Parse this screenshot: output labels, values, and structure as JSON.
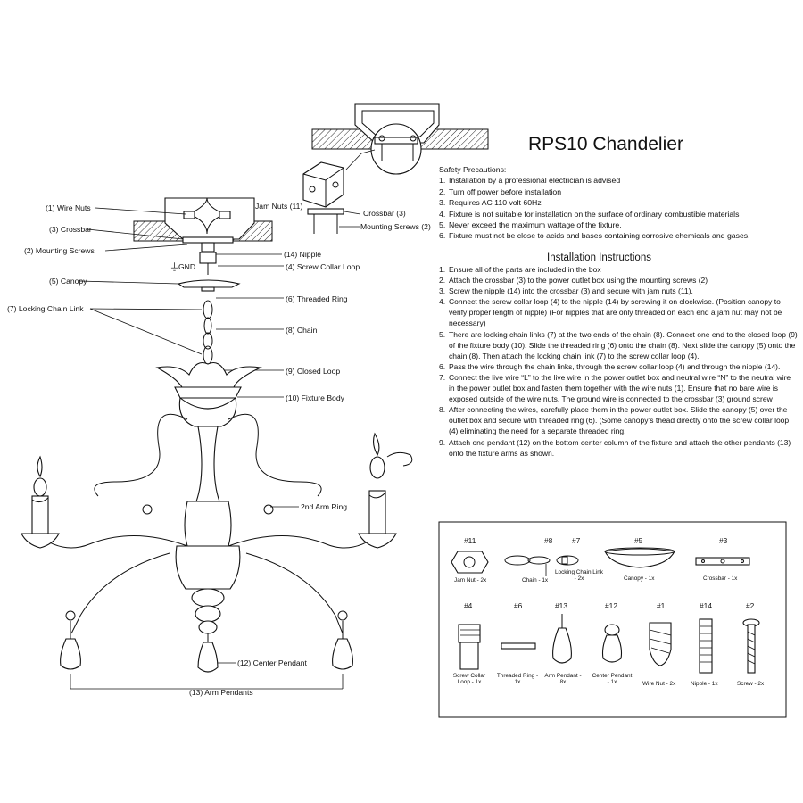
{
  "title": "RPS10 Chandelier",
  "safety": {
    "heading": "Safety Precautions:",
    "items": [
      {
        "num": "1.",
        "text": "Installation by a professional electrician is advised"
      },
      {
        "num": "2.",
        "text": "Turn off power before installation"
      },
      {
        "num": "3.",
        "text": "Requires AC 110 volt 60Hz"
      },
      {
        "num": "4.",
        "text": "Fixture is not suitable for installation on the surface of ordinary combustible materials"
      },
      {
        "num": "5.",
        "text": "Never exceed the maximum wattage of the fixture."
      },
      {
        "num": "6.",
        "text": "Fixture must not be close to acids and bases containing corrosive chemicals and gases."
      }
    ]
  },
  "installation": {
    "heading": "Installation Instructions",
    "steps": [
      {
        "num": "1.",
        "text": "Ensure all of the parts are included in the box"
      },
      {
        "num": "2.",
        "text": "Attach the crossbar (3) to the power outlet box using the mounting screws (2)"
      },
      {
        "num": "3.",
        "text": "Screw the nipple (14) into the crossbar (3) and secure with jam nuts (11)."
      },
      {
        "num": "4.",
        "text": "Connect the screw collar loop (4) to the nipple (14) by screwing it on clockwise. (Position canopy to verify proper length of nipple) (For nipples that are only threaded on each end a jam nut may not be necessary)"
      },
      {
        "num": "5.",
        "text": "There are locking chain links (7) at the two ends of the chain (8). Connect one end to the closed loop (9) of the fixture body (10).  Slide the threaded ring (6) onto the chain (8). Next slide the canopy (5) onto the chain (8). Then attach the locking chain link (7) to the screw collar loop (4)."
      },
      {
        "num": "6.",
        "text": "Pass the wire through the chain links, through the screw collar loop (4) and through the nipple (14)."
      },
      {
        "num": "7.",
        "text": "Connect the live wire “L” to the live wire in the power outlet box and neutral wire “N” to the neutral wire in the power outlet box and fasten them together with the wire nuts (1). Ensure that no bare wire is exposed outside of the wire nuts.  The ground wire is connected to the crossbar (3) ground screw"
      },
      {
        "num": "8.",
        "text": "After connecting the wires, carefully place them in the power outlet box.  Slide the canopy (5) over the outlet box and secure with threaded ring (6). (Some canopy’s thead directly onto the screw collar loop (4) eliminating the need for a separate threaded ring."
      },
      {
        "num": "9.",
        "text": "Attach one pendant (12) on the bottom center column of the fixture and attach the other pendants (13) onto the fixture arms as shown."
      }
    ]
  },
  "callouts": {
    "wire_nuts": "(1) Wire Nuts",
    "crossbar_left": "(3) Crossbar",
    "mounting_screws_left": "(2) Mounting Screws",
    "canopy": "(5) Canopy",
    "locking_chain_link": "(7) Locking Chain Link",
    "jam_nuts": "Jam Nuts (11)",
    "nipple": "(14) Nipple",
    "screw_collar_loop": "(4) Screw Collar Loop",
    "threaded_ring": "(6) Threaded Ring",
    "chain": "(8) Chain",
    "closed_loop": "(9) Closed Loop",
    "fixture_body": "(10) Fixture Body",
    "arm_ring": "2nd Arm Ring",
    "center_pendant": "(12) Center Pendant",
    "arm_pendants": "(13) Arm Pendants",
    "crossbar_right": "Crossbar (3)",
    "mounting_screws_right": "Mounting Screws (2)",
    "gnd": "GND"
  },
  "parts": [
    {
      "num": "#11",
      "label": "Jam Nut - 2x"
    },
    {
      "num": "#8",
      "label": "Chain - 1x"
    },
    {
      "num": "#7",
      "label": "Locking Chain Link - 2x"
    },
    {
      "num": "#5",
      "label": "Canopy - 1x"
    },
    {
      "num": "#3",
      "label": "Crossbar - 1x"
    },
    {
      "num": "#4",
      "label": "Screw Collar Loop - 1x"
    },
    {
      "num": "#6",
      "label": "Threaded Ring - 1x"
    },
    {
      "num": "#13",
      "label": "Arm Pendant - 8x"
    },
    {
      "num": "#12",
      "label": "Center Pendant - 1x"
    },
    {
      "num": "#1",
      "label": "Wire Nut - 2x"
    },
    {
      "num": "#14",
      "label": "Nipple - 1x"
    },
    {
      "num": "#2",
      "label": "Screw - 2x"
    }
  ]
}
